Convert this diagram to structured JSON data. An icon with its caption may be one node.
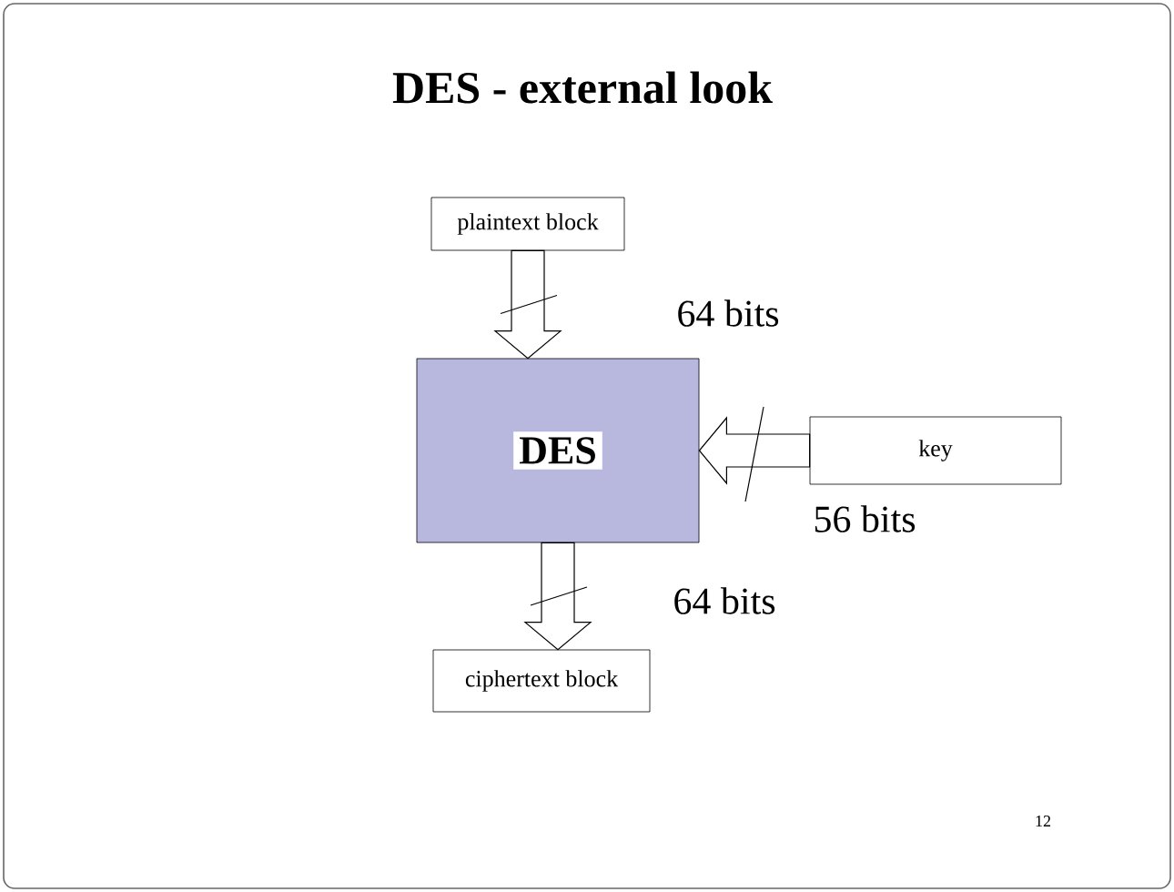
{
  "diagram": {
    "title": "DES - external look",
    "nodes": [
      {
        "text": [
          "plaintext block"
        ]
      },
      {
        "text": [
          "DES"
        ]
      },
      {
        "text": [
          "key"
        ]
      },
      {
        "text": [
          "ciphertext block"
        ]
      }
    ],
    "edges": [
      {
        "from": 0,
        "to": 1,
        "arrow": "to",
        "label": "64 bits"
      },
      {
        "from": 2,
        "to": 1,
        "arrow": "to",
        "label": "56 bits"
      },
      {
        "from": 1,
        "to": 3,
        "arrow": "to",
        "label": "64 bits"
      }
    ],
    "labels": [
      "12"
    ]
  }
}
